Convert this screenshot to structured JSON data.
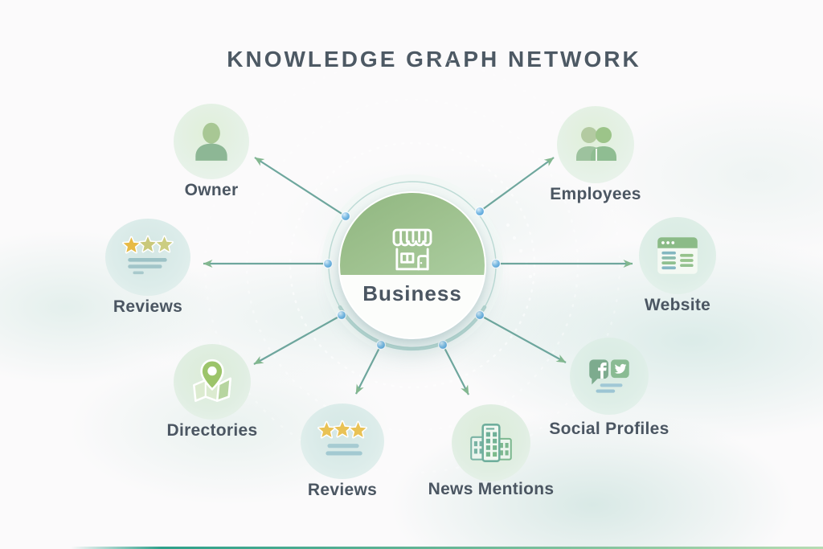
{
  "title": "KNOWLEDGE GRAPH NETWORK",
  "center_node": {
    "label": "Business",
    "icon": "storefront-icon"
  },
  "nodes": [
    {
      "id": "owner",
      "label": "Owner",
      "icon": "person-icon"
    },
    {
      "id": "employees",
      "label": "Employees",
      "icon": "people-icon"
    },
    {
      "id": "reviews-left",
      "label": "Reviews",
      "icon": "star-rating-icon"
    },
    {
      "id": "website",
      "label": "Website",
      "icon": "browser-window-icon"
    },
    {
      "id": "directories",
      "label": "Directories",
      "icon": "map-pin-icon"
    },
    {
      "id": "reviews-bottom",
      "label": "Reviews",
      "icon": "star-rating-icon"
    },
    {
      "id": "news-mentions",
      "label": "News Mentions",
      "icon": "buildings-icon"
    },
    {
      "id": "social-profiles",
      "label": "Social Profiles",
      "icon": "facebook-twitter-icon"
    }
  ],
  "colors": {
    "background": "#fbfafb",
    "title_text": "#4d5964",
    "label_text": "#4b5662",
    "center_green": "#8fb680",
    "connector_line": "#63a096",
    "arrowhead": "#79b287",
    "ring": "#b8d8d3",
    "connection_dot": "#4d9fd8",
    "star_gold": "#e8c155",
    "star_muted": "#cbca7e",
    "watercolor_wash": "#d8e8e4"
  }
}
